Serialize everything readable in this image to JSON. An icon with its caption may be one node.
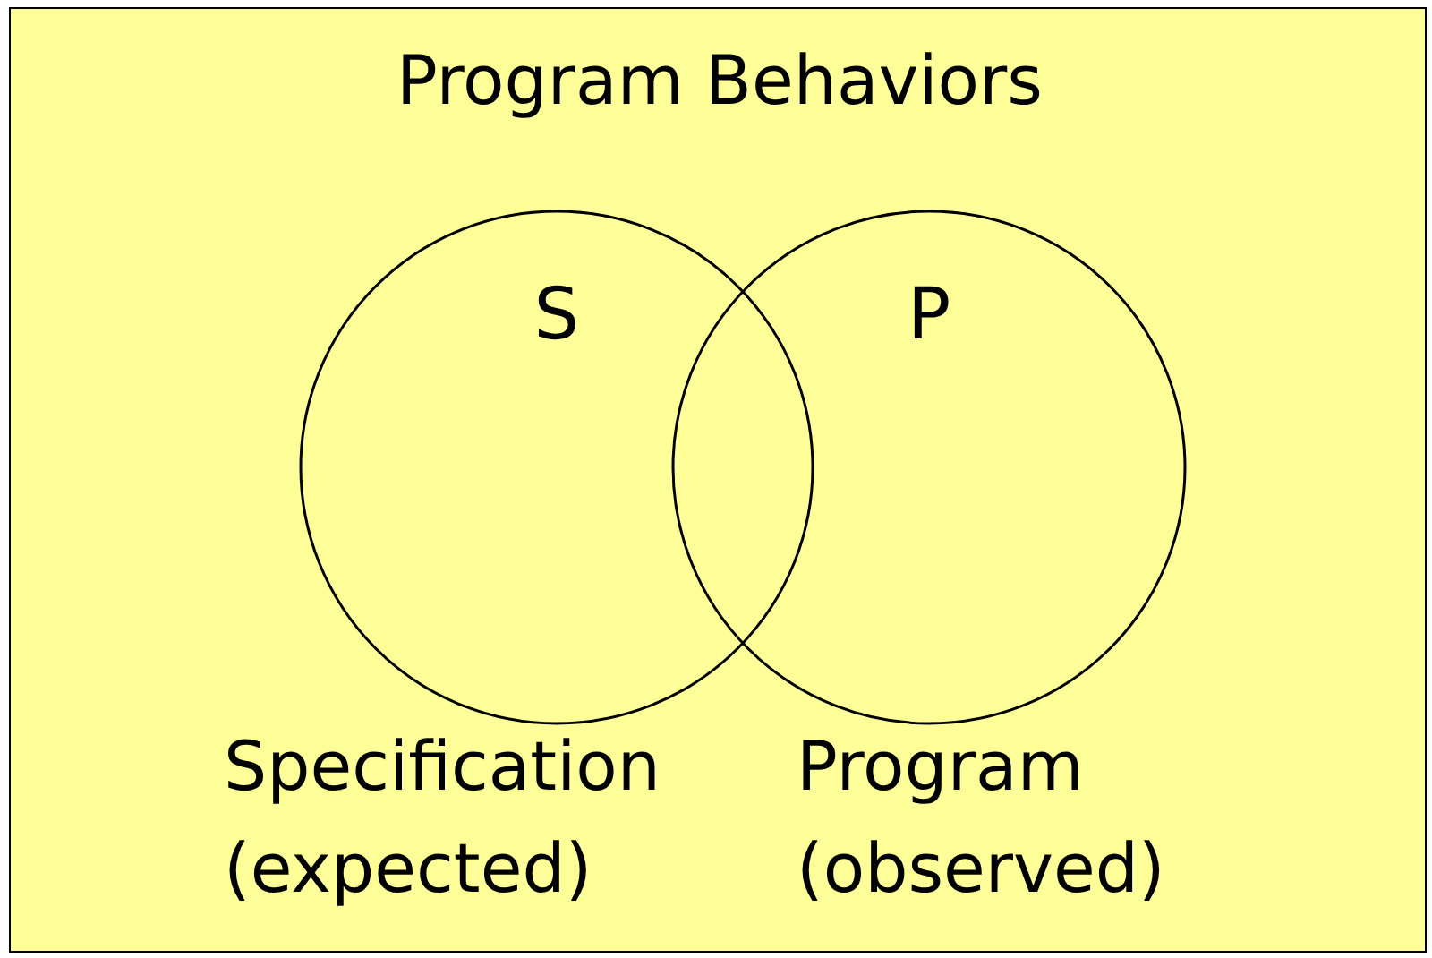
{
  "diagram": {
    "nodes": [
      {
        "text": [
          "Program Behaviors"
        ]
      },
      {
        "text": [
          "S"
        ],
        "in": 0,
        "beside": [
          "Specification (expected)"
        ]
      },
      {
        "text": [
          "P"
        ],
        "in": 0,
        "beside": [
          "Program (observed)"
        ]
      }
    ],
    "edges": []
  }
}
